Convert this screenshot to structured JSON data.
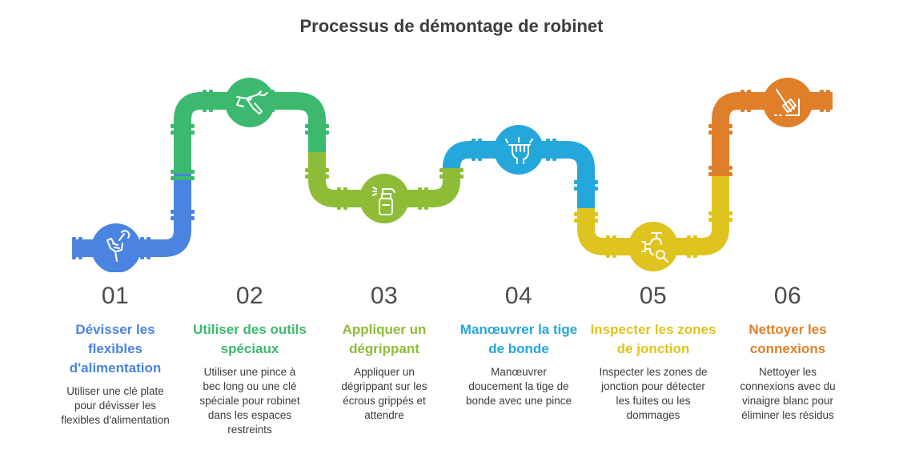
{
  "title": "Processus de démontage de robinet",
  "colors": {
    "blue": "#4a84e0",
    "green": "#3cb96e",
    "lime": "#8ebc36",
    "cyan": "#25a7dc",
    "yellow": "#dfc31e",
    "orange": "#e07f2a"
  },
  "steps": [
    {
      "num": "01",
      "title": "Dévisser les flexibles d'alimentation",
      "desc": "Utiliser une clé plate pour dévisser les flexibles d'alimentation",
      "color": "#4a84e0",
      "icon": "wrench-hand-icon"
    },
    {
      "num": "02",
      "title": "Utiliser des outils spéciaux",
      "desc": "Utiliser une pince à bec long ou une clé spéciale pour robinet dans les espaces restreints",
      "color": "#3cb96e",
      "icon": "pliers-hand-icon"
    },
    {
      "num": "03",
      "title": "Appliquer un dégrippant",
      "desc": "Appliquer un dégrippant sur les écrous grippés et attendre",
      "color": "#8ebc36",
      "icon": "spray-bottle-icon"
    },
    {
      "num": "04",
      "title": "Manœuvrer la tige de bonde",
      "desc": "Manœuvrer doucement la tige de bonde avec une pince",
      "color": "#25a7dc",
      "icon": "hand-grip-icon"
    },
    {
      "num": "05",
      "title": "Inspecter les zones de jonction",
      "desc": "Inspecter les zones de jonction pour détecter les fuites ou les dommages",
      "color": "#dfc31e",
      "icon": "valve-magnifier-icon"
    },
    {
      "num": "06",
      "title": "Nettoyer les connexions",
      "desc": "Nettoyer les connexions avec du vinaigre blanc pour éliminer les résidus",
      "color": "#e07f2a",
      "icon": "broom-icon"
    }
  ]
}
